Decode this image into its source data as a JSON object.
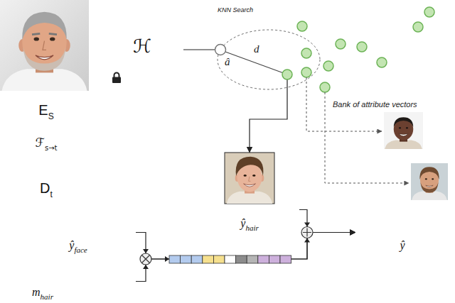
{
  "diagram": {
    "nodes": [
      {
        "text": [
          "ℋ"
        ]
      },
      {
        "text": [
          "KNN Search"
        ]
      },
      {
        "text": [
          "E",
          "S"
        ]
      },
      {
        "text": [
          "ℱ",
          "s→t"
        ]
      },
      {
        "text": [
          "D",
          "t"
        ]
      },
      {
        "text": [
          "ŷ",
          "hair"
        ]
      },
      {
        "text": [
          "ŷ",
          "face"
        ]
      },
      {
        "text": [
          "ŷ"
        ]
      },
      {
        "text": [
          "m",
          "hair"
        ]
      }
    ],
    "edges": [
      {
        "from": 0,
        "to": 1,
        "arrow": "none"
      },
      {
        "from": 1,
        "to": 5,
        "arrow": "to"
      },
      {
        "from": 6,
        "to": 7,
        "arrow": "to"
      },
      {
        "from": 8,
        "to": 7,
        "arrow": "to"
      },
      {
        "from": 5,
        "to": 7,
        "arrow": "to"
      }
    ],
    "labels": [
      "d",
      "â",
      "Bank of attribute vectors"
    ]
  }
}
